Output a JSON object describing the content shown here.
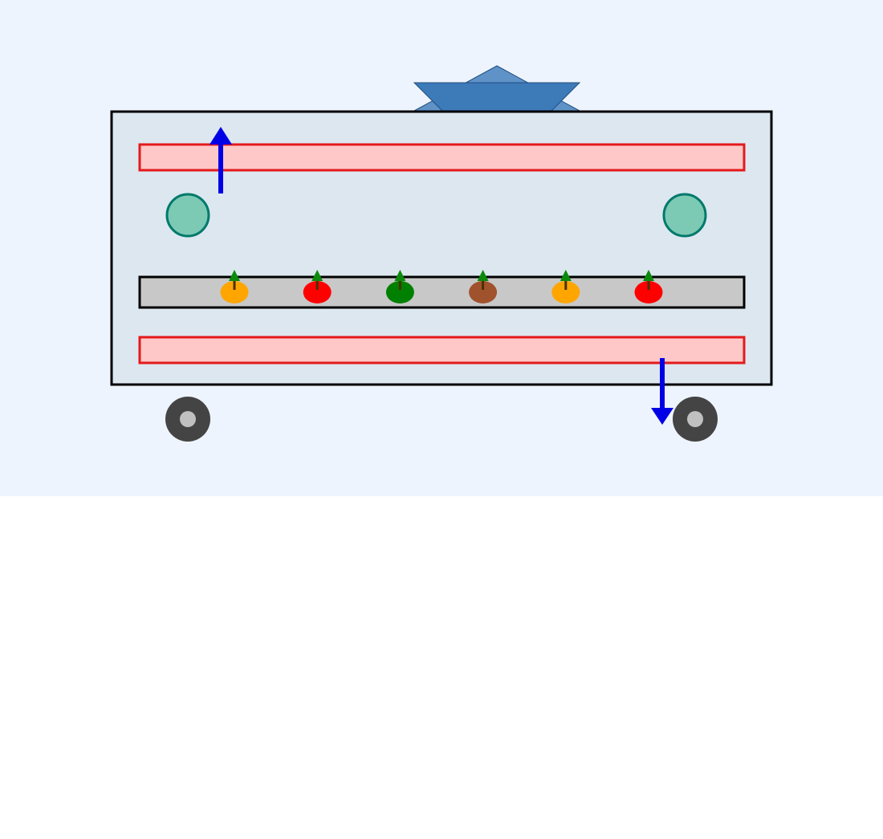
{
  "colors": {
    "backdrop": "#eef4fd",
    "page": "#ffffff",
    "housing_fill": "#dde7f0",
    "housing_stroke": "#000000",
    "heater_fill": "#ffc8c8",
    "heater_stroke": "#e31a1c",
    "fan_fill": "#7ccab4",
    "fan_stroke": "#00796b",
    "tray_fill": "#c8c8c8",
    "tray_stroke": "#000000",
    "flow_arrow": "#0000e6",
    "wheel_outer": "#444444",
    "wheel_hub": "#c0c0c0",
    "hopper_back": "#5f93c8",
    "hopper_front": "#3d7ab8",
    "hopper_stroke": "#1f4f80",
    "stem": "#0b8a0b",
    "stem_dark": "#4a3000"
  },
  "components": {
    "housing": "dryer-housing",
    "hopper": "hopper-icon",
    "heaters": [
      "top-heater-element",
      "bottom-heater-element"
    ],
    "fans": [
      "left-fan-icon",
      "right-fan-icon"
    ],
    "tray": "product-tray",
    "airflow": [
      {
        "name": "inlet-airflow-arrow-icon",
        "direction": "up"
      },
      {
        "name": "outlet-airflow-arrow-icon",
        "direction": "down"
      }
    ],
    "wheels": [
      "left-wheel-icon",
      "right-wheel-icon"
    ]
  },
  "tray_items": [
    {
      "name": "fruit-item-orange-1",
      "color": "#ffa500"
    },
    {
      "name": "fruit-item-red-1",
      "color": "#ff0000"
    },
    {
      "name": "fruit-item-green",
      "color": "#008000"
    },
    {
      "name": "fruit-item-brown",
      "color": "#a0522d"
    },
    {
      "name": "fruit-item-orange-2",
      "color": "#ffa500"
    },
    {
      "name": "fruit-item-red-2",
      "color": "#ff0000"
    }
  ]
}
